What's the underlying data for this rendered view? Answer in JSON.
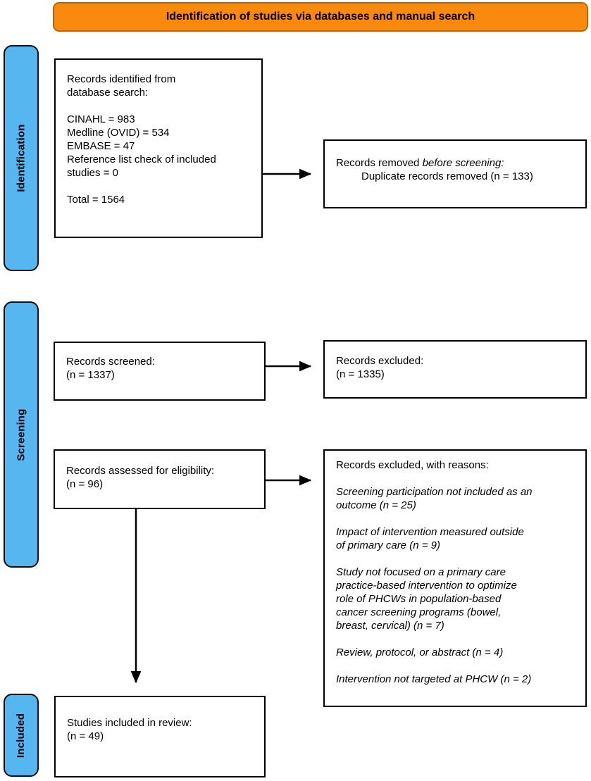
{
  "header": {
    "title": "Identification of studies via databases and manual search"
  },
  "colors": {
    "banner_fill": "#F98A0D",
    "banner_border": "#BB6504",
    "stage_fill": "#55B6F0",
    "box_border": "#000000",
    "text": "#000000"
  },
  "stages": {
    "identification": "Identification",
    "screening": "Screening",
    "included": "Included"
  },
  "boxes": {
    "records_identified": {
      "text": "Records identified from\ndatabase search:\n\nCINAHL = 983\nMedline (OVID) = 534\nEMBASE = 47\nReference list check of included\nstudies = 0\n\nTotal = 1564"
    },
    "records_removed": {
      "lead": "Records removed ",
      "lead_italic": "before screening:",
      "detail": "Duplicate records removed (n = 133)"
    },
    "records_screened": {
      "text": "Records screened:\n(n = 1337)"
    },
    "records_excluded": {
      "text": "Records excluded:\n(n = 1335)"
    },
    "records_assessed": {
      "text": "Records assessed for eligibility:\n(n = 96)"
    },
    "records_excluded_reasons": {
      "heading": "Records excluded, with reasons:",
      "reasons": [
        "Screening participation not included as an\noutcome (n = 25)",
        "Impact of intervention measured outside\nof primary care (n = 9)",
        "Study not focused on a primary care\npractice-based intervention to optimize\nrole of PHCWs in population-based\ncancer screening programs (bowel,\nbreast, cervical) (n = 7)",
        "Review, protocol, or abstract (n = 4)",
        "Intervention not targeted at PHCW (n = 2)"
      ]
    },
    "studies_included": {
      "text": "Studies included in review:\n(n = 49)"
    }
  }
}
